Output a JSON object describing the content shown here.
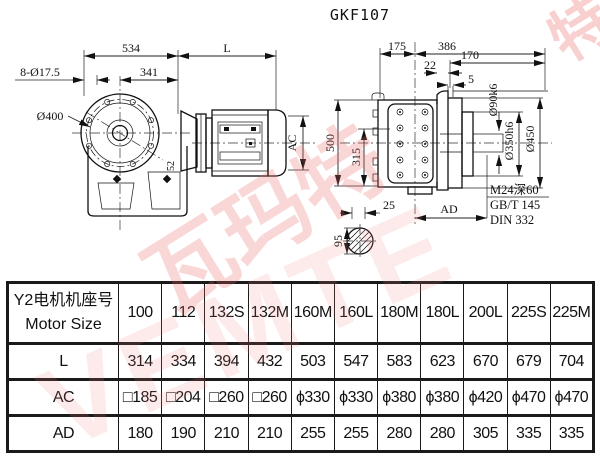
{
  "title": "GKF107",
  "watermark": {
    "cn": "瓦玛特",
    "en": "VEMTE",
    "corner": "特"
  },
  "front_view": {
    "dim_534": "534",
    "dim_L": "L",
    "dim_341": "341",
    "dim_holes": "8-Ø17.5",
    "dim_flange": "Ø400",
    "dim_ac": "AC",
    "dim_52": "52"
  },
  "side_view": {
    "dim_175": "175",
    "dim_386": "386",
    "dim_170": "170",
    "dim_22": "22",
    "dim_5": "5",
    "dim_500": "500",
    "dim_315": "315",
    "dim_shaft": "Ø90k6",
    "dim_spigot": "Ø350h6",
    "dim_flange": "Ø450",
    "dim_25": "25",
    "dim_ad": "AD",
    "dim_95": "95",
    "notes": [
      "M24深60",
      "GB/T 145",
      "DIN 332"
    ]
  },
  "table": {
    "header_cn": "Y2电机机座号",
    "header_en": "Motor Size",
    "columns": [
      "100",
      "112",
      "132S",
      "132M",
      "160M",
      "160L",
      "180M",
      "180L",
      "200L",
      "225S",
      "225M"
    ],
    "rows": [
      {
        "label": "L",
        "values": [
          "314",
          "334",
          "394",
          "432",
          "503",
          "547",
          "583",
          "623",
          "670",
          "679",
          "704"
        ]
      },
      {
        "label": "AC",
        "values": [
          "□185",
          "□204",
          "□260",
          "□260",
          "ϕ330",
          "ϕ330",
          "ϕ380",
          "ϕ380",
          "ϕ420",
          "ϕ470",
          "ϕ470"
        ]
      },
      {
        "label": "AD",
        "values": [
          "180",
          "190",
          "210",
          "210",
          "255",
          "255",
          "280",
          "280",
          "305",
          "335",
          "335"
        ]
      }
    ]
  }
}
